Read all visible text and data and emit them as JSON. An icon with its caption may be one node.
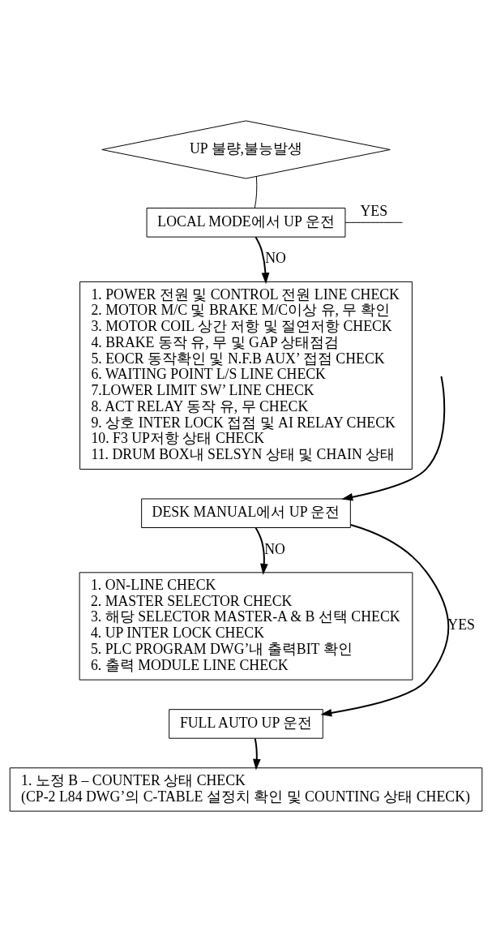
{
  "diagram": {
    "nodes": [
      {
        "text": [
          "UP 불량,불능발생"
        ]
      },
      {
        "text": [
          "LOCAL MODE에서 UP 운전"
        ]
      },
      {
        "text": [
          "1. POWER 전원 및 CONTROL 전원 LINE CHECK",
          "2. MOTOR M/C 및 BRAKE M/C이상 유, 무 확인",
          "3. MOTOR COIL 상간 저항 및 절연저항 CHECK",
          "4. BRAKE 동작 유, 무 및 GAP 상태점검",
          "5. EOCR 동작확인 및 N.F.B AUX’ 접점 CHECK",
          "6. WAITING POINT L/S LINE CHECK",
          "7.LOWER LIMIT SW’ LINE CHECK",
          "8. ACT RELAY 동작 유, 무 CHECK",
          "9. 상호 INTER LOCK 접점 및 AI RELAY CHECK",
          "10. F3 UP저항 상태 CHECK",
          "11. DRUM BOX내 SELSYN 상태 및 CHAIN 상태"
        ]
      },
      {
        "text": [
          "DESK MANUAL에서 UP 운전"
        ]
      },
      {
        "text": [
          "1. ON-LINE CHECK",
          "2. MASTER SELECTOR CHECK",
          "3. 해당 SELECTOR MASTER-A & B 선택 CHECK",
          "4. UP INTER LOCK CHECK",
          "5. PLC PROGRAM DWG’내 출력BIT 확인",
          "6. 출력 MODULE LINE CHECK"
        ]
      },
      {
        "text": [
          "FULL AUTO UP 운전"
        ]
      },
      {
        "text": [
          "1. 노정 B – COUNTER 상태 CHECK",
          "(CP-2 L84 DWG’의 C-TABLE 설정치 확인 및 COUNTING 상태 CHECK)"
        ]
      }
    ],
    "edges": [
      {
        "from": 0,
        "to": 1,
        "arrow": "none"
      },
      {
        "from": 1,
        "to": 2,
        "arrow": "to",
        "label": "NO"
      },
      {
        "from": 1,
        "to": null,
        "arrow": "none",
        "label": "YES"
      },
      {
        "from": null,
        "to": 3,
        "arrow": "to"
      },
      {
        "from": 3,
        "to": 4,
        "arrow": "to",
        "label": "NO"
      },
      {
        "from": 3,
        "to": 5,
        "arrow": "to",
        "label": "YES"
      },
      {
        "from": 5,
        "to": 6,
        "arrow": "to"
      }
    ]
  }
}
